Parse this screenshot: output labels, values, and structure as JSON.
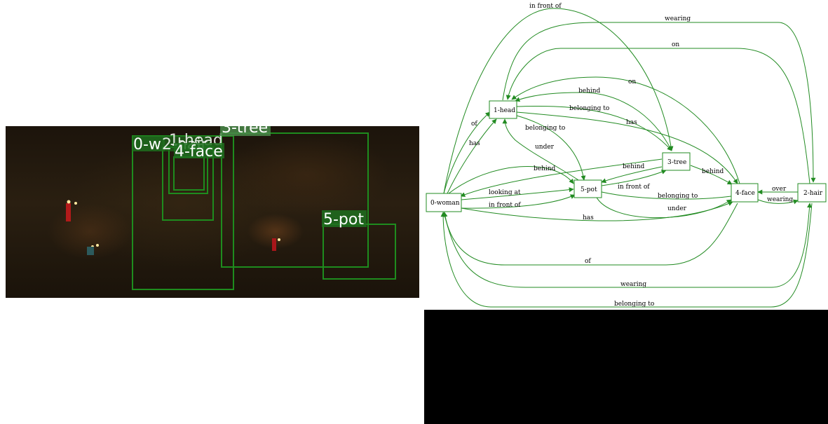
{
  "image_panel": {
    "boxes": [
      {
        "label": "0-woman",
        "color": "#1e8c1e"
      },
      {
        "label": "1-head",
        "color": "#1e8c1e"
      },
      {
        "label": "2-hair",
        "color": "#1e8c1e"
      },
      {
        "label": "3-tree",
        "color": "#1e8c1e"
      },
      {
        "label": "4-face",
        "color": "#1e8c1e"
      },
      {
        "label": "5-pot",
        "color": "#1e8c1e"
      }
    ],
    "visible_labels": {
      "woman": "0-w",
      "hair": "2-hair",
      "head": "1-head",
      "face": "4-face",
      "tree": "3-tree",
      "pot": "5-pot"
    }
  },
  "graph": {
    "nodes": {
      "n0": "0-woman",
      "n1": "1-head",
      "n2": "2-hair",
      "n3": "3-tree",
      "n4": "4-face",
      "n5": "5-pot"
    },
    "edge_labels": {
      "in_front_of_top": "in front of",
      "wearing_top": "wearing",
      "on_top": "on",
      "on_mid": "on",
      "behind_head": "behind",
      "belonging_to_head_tree": "belonging to",
      "has_head_face": "has",
      "of_woman_head": "of",
      "has_woman_head": "has",
      "belonging_to_head_pot": "belonging to",
      "under_head_pot": "under",
      "behind_woman_pot": "behind",
      "behind_tree_woman": "behind",
      "behind_tree_face": "behind",
      "in_front_of_pot_tree": "in front of",
      "looking_at": "looking at",
      "in_front_of_woman_pot": "in front of",
      "belonging_to_pot_face": "belonging to",
      "under_pot_face": "under",
      "over": "over",
      "wearing_face_hair": "wearing",
      "has_woman_face": "has",
      "of_face_woman": "of",
      "wearing_bottom": "wearing",
      "belonging_to_bottom": "belonging to"
    },
    "edge_color": "#228B22"
  },
  "black_panel": {
    "color": "#000000"
  }
}
